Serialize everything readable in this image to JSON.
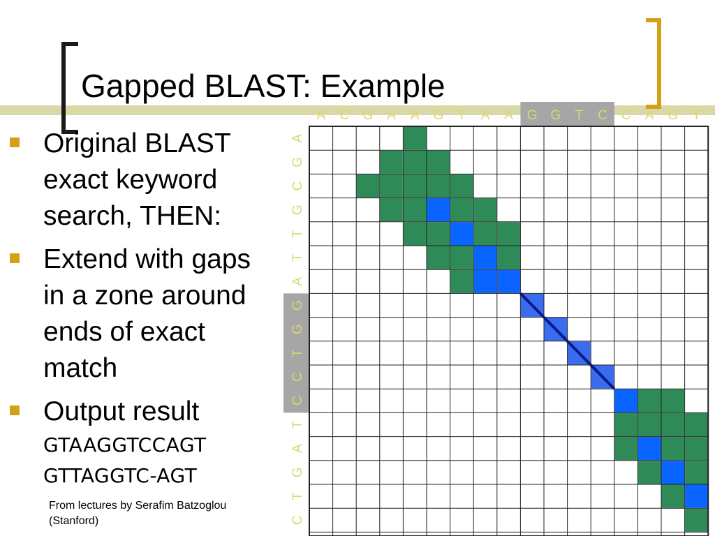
{
  "slide": {
    "title": "Gapped BLAST: Example",
    "bullets": [
      {
        "text": "Original BLAST exact keyword search, THEN:"
      },
      {
        "text": "Extend with gaps in a zone around ends of exact match"
      },
      {
        "text": "Output result",
        "alignment": [
          "GTAAGGTCCAGT",
          "GTTAGGTC-AGT"
        ]
      }
    ],
    "credit_line1": "From lectures by Serafim Batzoglou",
    "credit_line2": "(Stanford)"
  },
  "matrix": {
    "top_sequence": [
      "A",
      "C",
      "G",
      "A",
      "A",
      "G",
      "T",
      "A",
      "A",
      "G",
      "G",
      "T",
      "C",
      "C",
      "A",
      "G",
      "T"
    ],
    "left_sequence": [
      "A",
      "G",
      "C",
      "G",
      "T",
      "T",
      "A",
      "G",
      "G",
      "T",
      "C",
      "C",
      "T",
      "A",
      "G",
      "T",
      "C"
    ],
    "top_highlight_range": [
      9,
      12
    ],
    "left_highlight_range": [
      7,
      11
    ],
    "green_cells": [
      [
        0,
        4
      ],
      [
        1,
        3
      ],
      [
        1,
        4
      ],
      [
        1,
        5
      ],
      [
        2,
        2
      ],
      [
        2,
        3
      ],
      [
        2,
        4
      ],
      [
        2,
        5
      ],
      [
        2,
        6
      ],
      [
        3,
        3
      ],
      [
        3,
        4
      ],
      [
        3,
        6
      ],
      [
        3,
        7
      ],
      [
        4,
        4
      ],
      [
        4,
        5
      ],
      [
        4,
        7
      ],
      [
        4,
        8
      ],
      [
        5,
        5
      ],
      [
        5,
        6
      ],
      [
        5,
        7
      ],
      [
        5,
        8
      ],
      [
        6,
        6
      ],
      [
        11,
        14
      ],
      [
        11,
        15
      ],
      [
        12,
        13
      ],
      [
        12,
        14
      ],
      [
        12,
        15
      ],
      [
        12,
        16
      ],
      [
        13,
        13
      ],
      [
        13,
        15
      ],
      [
        13,
        16
      ],
      [
        14,
        14
      ],
      [
        14,
        16
      ],
      [
        15,
        15
      ],
      [
        16,
        16
      ]
    ],
    "blue_cells": [
      [
        3,
        5
      ],
      [
        4,
        6
      ],
      [
        5,
        7
      ],
      [
        6,
        7
      ],
      [
        6,
        8
      ],
      [
        11,
        13
      ],
      [
        13,
        14
      ],
      [
        14,
        15
      ],
      [
        15,
        16
      ]
    ],
    "diagonal_cells": [
      [
        7,
        9
      ],
      [
        8,
        10
      ],
      [
        9,
        11
      ],
      [
        10,
        12
      ]
    ],
    "colors": {
      "green": "#2e8b57",
      "blue": "#0a64ff",
      "diagonal_blue": "#3a6cf0",
      "diagonal_line": "#0a1a8a",
      "grid": "#222222",
      "sequence_letters": "#d8d870",
      "highlight_band": "#a6a6a6",
      "bullet_marker": "#d4a017",
      "bracket_right": "#d4a017",
      "title_rule": "#d9d9a8"
    }
  }
}
